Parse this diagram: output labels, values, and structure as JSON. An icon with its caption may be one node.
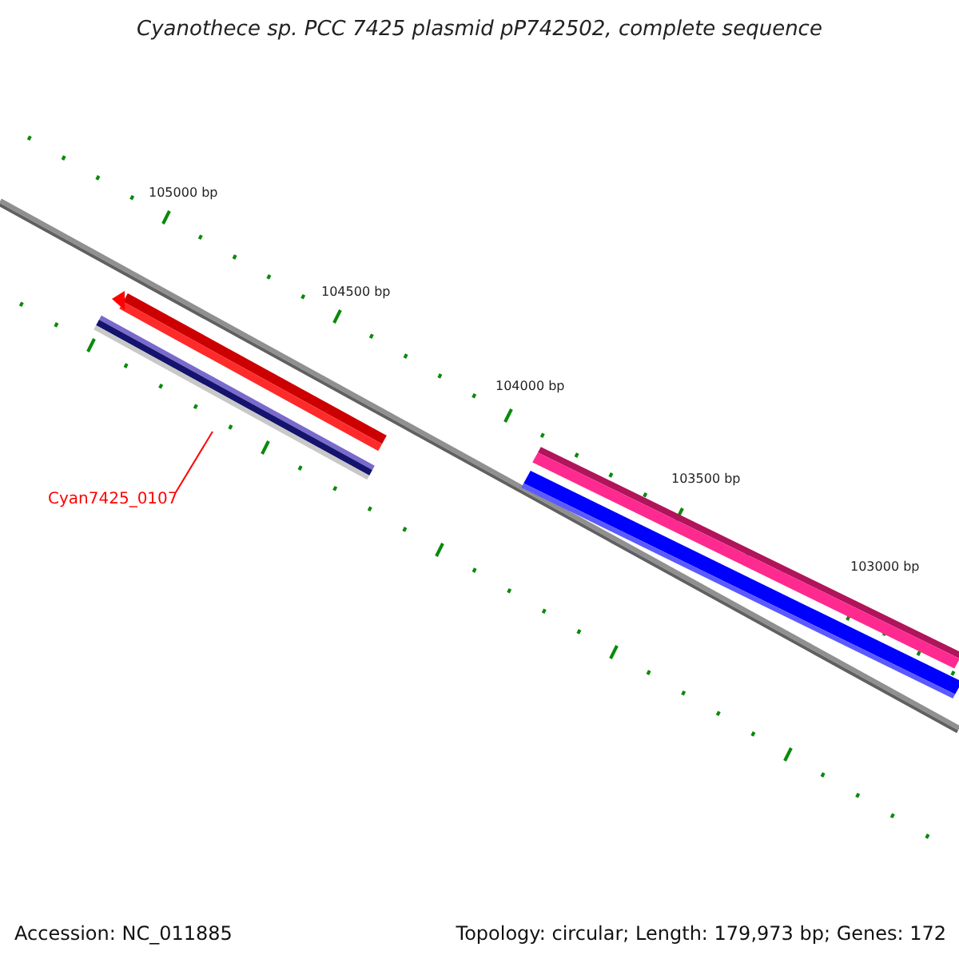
{
  "diagram": {
    "title": "Cyanothece sp. PCC 7425 plasmid pP742502, complete sequence",
    "nodes": [
      {
        "text": [
          "Cyan7425_0107"
        ]
      },
      {
        "text": [],
        "shape": "bar"
      }
    ],
    "edges": [
      {
        "from": 0,
        "to": 1,
        "arrow": "none"
      }
    ],
    "labels": [
      "105000 bp",
      "104500 bp",
      "104000 bp",
      "103500 bp",
      "103000 bp",
      "Accession: NC_011885",
      "Topology: circular; Length: 179,973 bp; Genes: 172"
    ]
  }
}
